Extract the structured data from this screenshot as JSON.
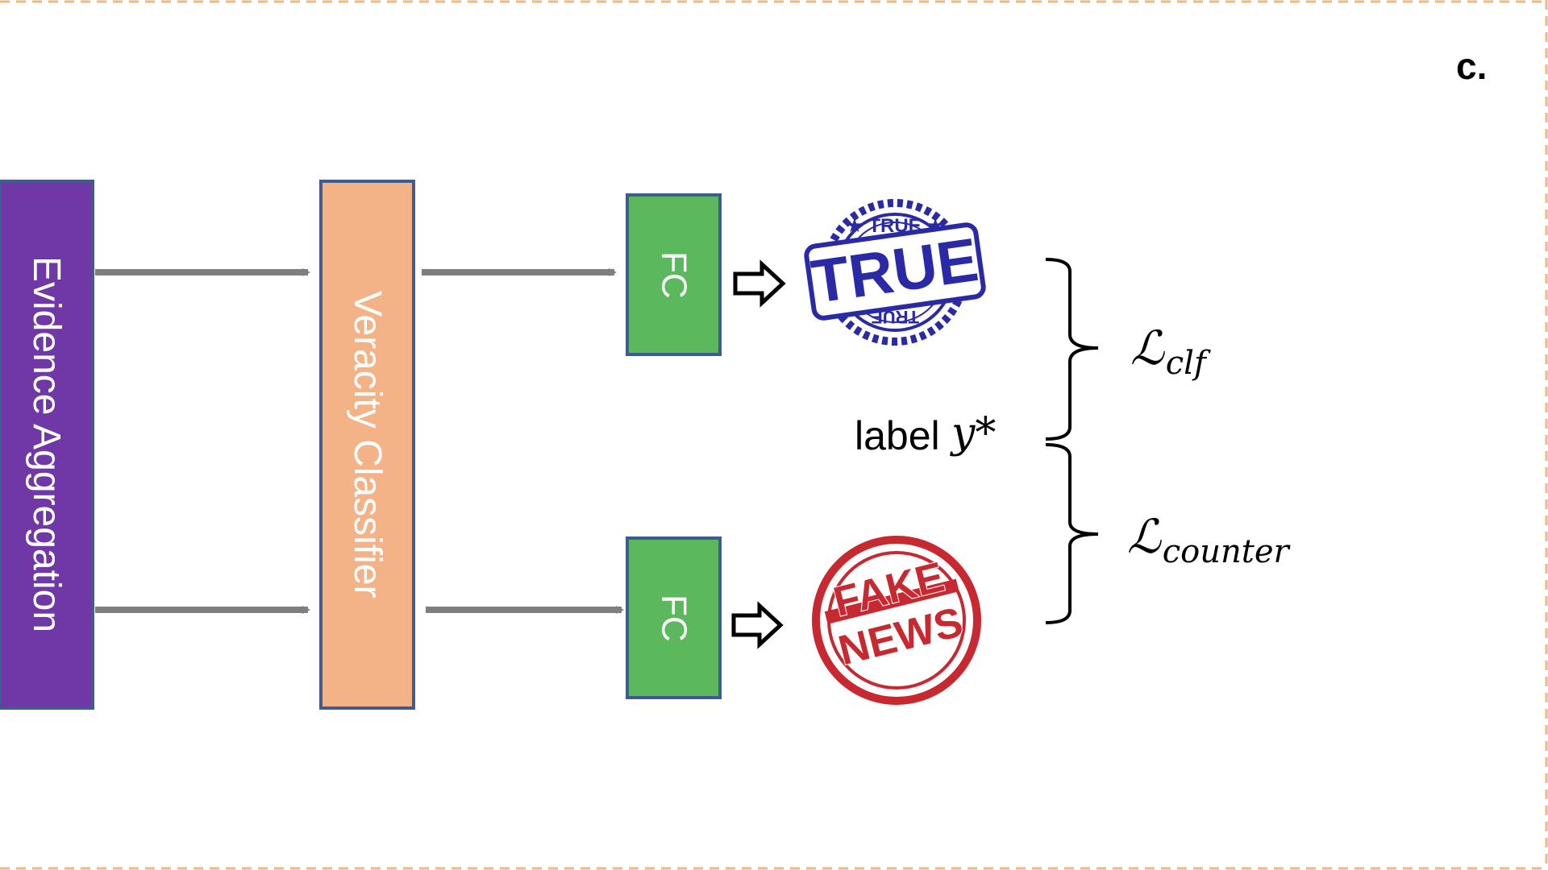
{
  "panel_letter": "c.",
  "blocks": {
    "evidence_aggregation": "Evidence Aggregation",
    "veracity_classifier": "Veracity Classifier",
    "fc_top": "FC",
    "fc_bottom": "FC"
  },
  "stamps": {
    "true_ring_text": "TRUE",
    "true_main_text": "TRUE",
    "fake_line1": "FAKE",
    "fake_line2": "NEWS"
  },
  "label": {
    "word": "label",
    "variable": "y*"
  },
  "losses": {
    "clf": {
      "symbol": "ℒ",
      "subscript": "clf"
    },
    "counter": {
      "symbol": "ℒ",
      "subscript": "counter"
    }
  },
  "colors": {
    "evidence_block": "#6f38a6",
    "veracity_block": "#f4b287",
    "fc_block": "#5cb85c",
    "block_border": "#3f5c92",
    "arrow": "#7f7f7f",
    "frame_dash": "#e9b98a",
    "true_stamp": "#2a2aa6",
    "fake_stamp": "#c8282f"
  }
}
